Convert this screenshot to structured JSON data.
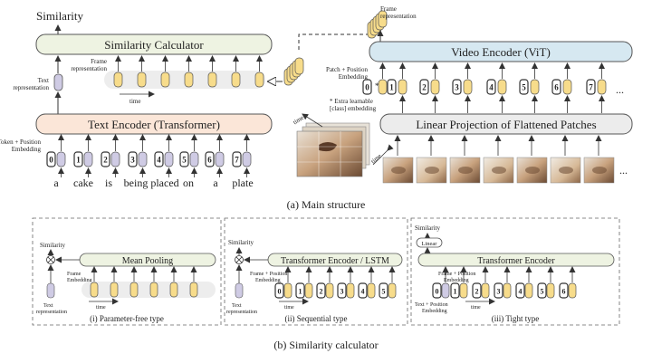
{
  "main": {
    "similarity": "Similarity",
    "similarity_calculator": "Similarity Calculator",
    "text_encoder": "Text Encoder (Transformer)",
    "video_encoder": "Video Encoder (ViT)",
    "linear_projection": "Linear Projection of Flattened Patches",
    "text_representation": [
      "Text",
      "representation"
    ],
    "frame_representation_left": [
      "Frame",
      "representation"
    ],
    "frame_representation_right": [
      "Frame",
      "representation"
    ],
    "token_position_embedding": [
      "Token + Position",
      "Embedding"
    ],
    "patch_position_embedding": [
      "Patch + Position",
      "Embedding"
    ],
    "extra_learnable": [
      "* Extra learnable",
      "[class] embedding"
    ],
    "time": "time",
    "words": [
      "a",
      "cake",
      "is",
      "being",
      "placed",
      "on",
      "a",
      "plate"
    ],
    "token_indices": [
      "0",
      "1",
      "2",
      "3",
      "4",
      "5",
      "6",
      "7"
    ],
    "patch_indices": [
      "0",
      "1",
      "2",
      "3",
      "4",
      "5",
      "6",
      "7"
    ],
    "ellipsis": "...",
    "caption": "(a) Main structure"
  },
  "calc": {
    "panel1": {
      "similarity": "Similarity",
      "block": "Mean Pooling",
      "frame_embedding": [
        "Frame",
        "Embedding"
      ],
      "text_representation": [
        "Text",
        "representation"
      ],
      "time": "time",
      "caption": "(i) Parameter-free type"
    },
    "panel2": {
      "similarity": "Similarity",
      "block": "Transformer Encoder / LSTM",
      "frame_position_embedding": [
        "Frame + Position",
        "Embedding"
      ],
      "text_representation": [
        "Text",
        "representation"
      ],
      "time": "time",
      "indices": [
        "0",
        "1",
        "2",
        "3",
        "4",
        "5"
      ],
      "caption": "(ii) Sequential type"
    },
    "panel3": {
      "similarity": "Similarity",
      "linear": "Linear",
      "block": "Transformer Encoder",
      "frame_position_embedding": [
        "Frame + Position",
        "Embedding"
      ],
      "text_position_embedding": [
        "Text + Position",
        "Embedding"
      ],
      "time": "time",
      "indices": [
        "0",
        "1",
        "2",
        "3",
        "4",
        "5",
        "6"
      ],
      "caption": "(iii) Tight type"
    },
    "caption": "(b) Similarity calculator"
  },
  "colors": {
    "calc_block": "#eef3e2",
    "text_block": "#fbe6d8",
    "video_block": "#d6e8f1",
    "linear_block": "#ececec",
    "frame_token": "#f7dc8b",
    "text_token": "#cfcbe4",
    "image_tile": "#b88a63"
  }
}
